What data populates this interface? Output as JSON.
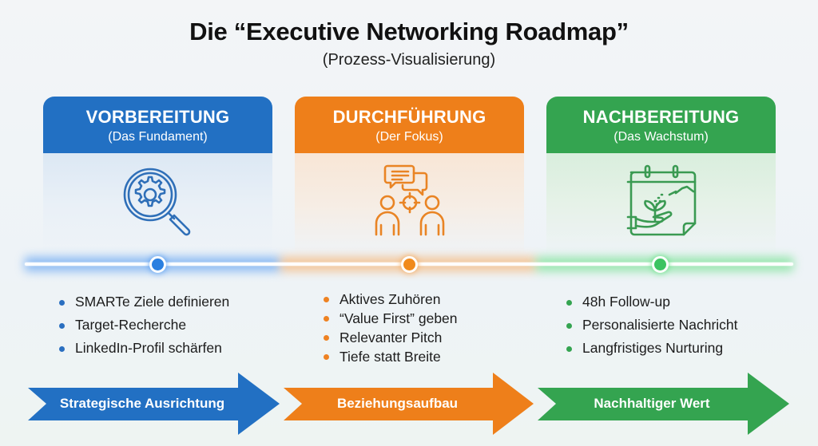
{
  "header": {
    "title": "Die “Executive Networking Roadmap”",
    "subtitle": "(Prozess-Visualisierung)"
  },
  "colors": {
    "blue": "#2270c3",
    "orange": "#ee7f1a",
    "green": "#34a450",
    "dot_blue": "#2a7fe0",
    "dot_orange": "#f08a1c",
    "dot_green": "#3cc361"
  },
  "phases": [
    {
      "title": "VORBEREITUNG",
      "subtitle": "(Das Fundament)",
      "icon": "magnifier-gear-icon",
      "items": [
        "SMARTe Ziele definieren",
        "Target-Recherche",
        "LinkedIn-Profil schärfen"
      ],
      "arrow_label": "Strategische Ausrichtung"
    },
    {
      "title": "DURCHFÜHRUNG",
      "subtitle": "(Der Fokus)",
      "icon": "conversation-target-icon",
      "items": [
        "Aktives Zuhören",
        "“Value First” geben",
        "Relevanter Pitch",
        "Tiefe statt Breite"
      ],
      "arrow_label": "Beziehungsaufbau"
    },
    {
      "title": "NACHBEREITUNG",
      "subtitle": "(Das Wachstum)",
      "icon": "calendar-plant-icon",
      "items": [
        "48h Follow-up",
        "Personalisierte Nachricht",
        "Langfristiges Nurturing"
      ],
      "arrow_label": "Nachhaltiger Wert"
    }
  ]
}
